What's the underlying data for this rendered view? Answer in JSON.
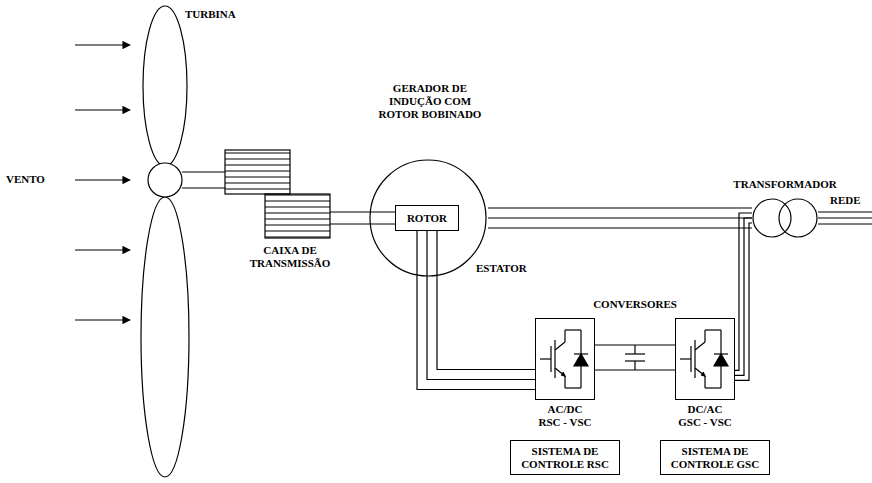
{
  "diagram": {
    "nodes": [
      {
        "text": [
          "GERADOR DE INDUÇÃO COM ROTOR BOBINADO"
        ]
      },
      {
        "text": [
          "ROTOR"
        ],
        "in": 0
      },
      {
        "text": [
          "AC/DC RSC - VSC"
        ]
      },
      {
        "text": [
          "DC/AC GSC - VSC"
        ]
      },
      {
        "text": [
          "SISTEMA DE CONTROLE RSC"
        ]
      },
      {
        "text": [
          "SISTEMA DE CONTROLE GSC"
        ]
      },
      {
        "text": [
          "TRANSFORMADOR"
        ]
      }
    ],
    "edges": [
      {
        "from": 1,
        "to": 2,
        "arrow": "none"
      },
      {
        "from": 2,
        "to": 3,
        "arrow": "none"
      },
      {
        "from": 0,
        "to": 6,
        "arrow": "none"
      },
      {
        "from": 3,
        "to": 6,
        "arrow": "none"
      }
    ],
    "labels": [
      "TURBINA",
      "VENTO",
      "CAIXA DE TRANSMISSÃO",
      "ESTATOR",
      "CONVERSORES",
      "REDE"
    ]
  }
}
